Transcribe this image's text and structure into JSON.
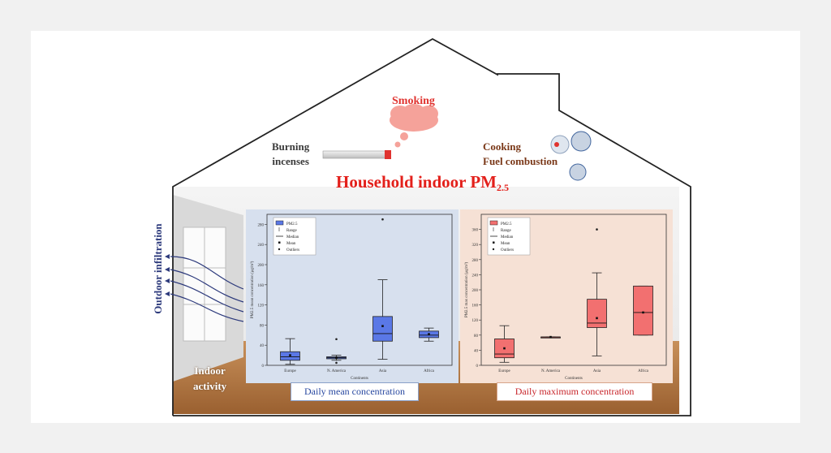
{
  "labels": {
    "smoking": "Smoking",
    "burning_line1": "Burning",
    "burning_line2": "incenses",
    "cooking_line1": "Cooking",
    "cooking_line2": "Fuel combustion",
    "title_main": "Household indoor PM",
    "title_sub": "2.5",
    "outdoor": "Outdoor infiltration",
    "indoor_line1": "Indoor",
    "indoor_line2": "activity",
    "caption_mean": "Daily mean concentration",
    "caption_max": "Daily maximum concentration"
  },
  "colors": {
    "mean_box": "#5a78e6",
    "max_box": "#f27070",
    "title": "#e3201b",
    "mean_panel_bg": "#d7e0ee",
    "max_panel_bg": "#f6e1d5"
  },
  "chart_data": [
    {
      "type": "box",
      "title": "",
      "xlabel": "Continents",
      "ylabel": "PM2.5 mean concentration (μg/m³)",
      "ylim": [
        0,
        300
      ],
      "yticks": [
        0,
        40,
        80,
        120,
        160,
        200,
        240,
        280
      ],
      "categories": [
        "Europe",
        "N. America",
        "Asia",
        "Africa"
      ],
      "legend": [
        "PM2.5",
        "Range",
        "Median",
        "Mean",
        "Outliers"
      ],
      "legend_position": "top-left",
      "boxes": [
        {
          "min": 2,
          "q1": 10,
          "median": 17,
          "q3": 27,
          "max": 53,
          "mean": 20,
          "outliers": []
        },
        {
          "min": 10,
          "q1": 13,
          "median": 15,
          "q3": 17,
          "max": 20,
          "mean": 15,
          "outliers": [
            52,
            5
          ]
        },
        {
          "min": 12,
          "q1": 48,
          "median": 63,
          "q3": 97,
          "max": 170,
          "mean": 78,
          "outliers": [
            290
          ]
        },
        {
          "min": 48,
          "q1": 55,
          "median": 60,
          "q3": 68,
          "max": 74,
          "mean": 62,
          "outliers": []
        }
      ]
    },
    {
      "type": "box",
      "title": "",
      "xlabel": "Continents",
      "ylabel": "PM2.5 max concentration (μg/m³)",
      "ylim": [
        0,
        400
      ],
      "yticks": [
        0,
        40,
        80,
        120,
        160,
        200,
        240,
        280,
        320,
        360
      ],
      "categories": [
        "Europe",
        "N. America",
        "Asia",
        "Africa"
      ],
      "legend": [
        "PM2.5",
        "Range",
        "Median",
        "Mean",
        "Outliers"
      ],
      "legend_position": "top-left",
      "boxes": [
        {
          "min": 8,
          "q1": 20,
          "median": 30,
          "q3": 70,
          "max": 105,
          "mean": 45,
          "outliers": []
        },
        {
          "min": 75,
          "q1": 75,
          "median": 75,
          "q3": 75,
          "max": 75,
          "mean": 75,
          "outliers": []
        },
        {
          "min": 25,
          "q1": 100,
          "median": 112,
          "q3": 175,
          "max": 245,
          "mean": 125,
          "outliers": [
            360
          ]
        },
        {
          "min": 80,
          "q1": 80,
          "median": 140,
          "q3": 210,
          "max": 210,
          "mean": 140,
          "outliers": []
        }
      ]
    }
  ]
}
